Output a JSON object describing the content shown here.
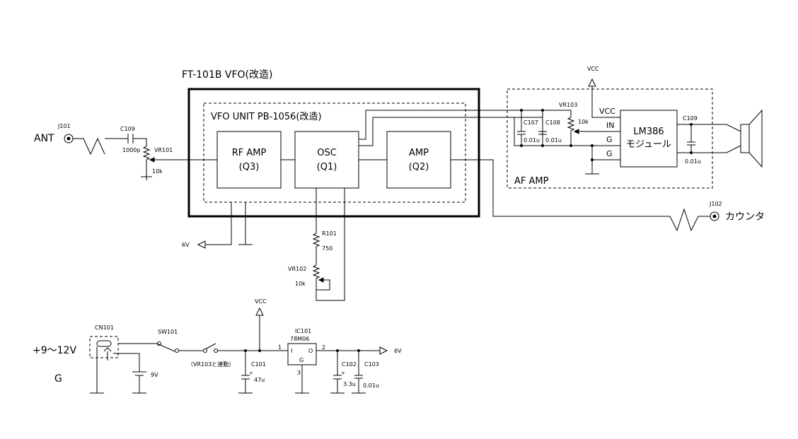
{
  "title": "FT-101B VFO(改造)",
  "vfo_unit": "VFO UNIT PB-1056(改造)",
  "blocks": {
    "rf_amp": [
      "RF AMP",
      "(Q3)"
    ],
    "osc": [
      "OSC",
      "(Q1)"
    ],
    "amp": [
      "AMP",
      "(Q2)"
    ],
    "lm386": [
      "LM386",
      "モジュール"
    ]
  },
  "af_amp_label": "AF AMP",
  "lm386_pins": [
    "VCC",
    "IN",
    "G",
    "G"
  ],
  "labels": {
    "ant": "ANT",
    "j101": "J101",
    "c109_in": "C109",
    "c109_in_val": "1000p",
    "vr101": "VR101",
    "vr101_val": "10k",
    "v6_left": "6V",
    "r101": "R101",
    "r101_val": "750",
    "vr102": "VR102",
    "vr102_val": "10k",
    "vcc_top": "VCC",
    "vr103": "VR103",
    "vr103_val": "10k",
    "c107": "C107",
    "c107_val": "0.01u",
    "c108": "C108",
    "c108_val": "0.01u",
    "c109_out": "C109",
    "c109_out_val": "0.01u",
    "j102": "J102",
    "counter": "カウンタ",
    "vcc_psu": "VCC",
    "cn101": "CN101",
    "sw101": "SW101",
    "supply": "+9～12V",
    "g": "G",
    "bat": "9V",
    "sw_note": "（VR103と連動）",
    "c101": "C101",
    "c101_val": "47u",
    "ic101": "IC101",
    "ic101_part": "78M06",
    "ic_pin1": "1",
    "ic_pin2": "2",
    "ic_pin3": "3",
    "ic_in": "I",
    "ic_out": "O",
    "ic_g": "G",
    "c102": "C102",
    "c102_val": "3.3u",
    "c103": "C103",
    "c103_val": "0.01u",
    "v6_right": "6V",
    "plus": "+"
  }
}
